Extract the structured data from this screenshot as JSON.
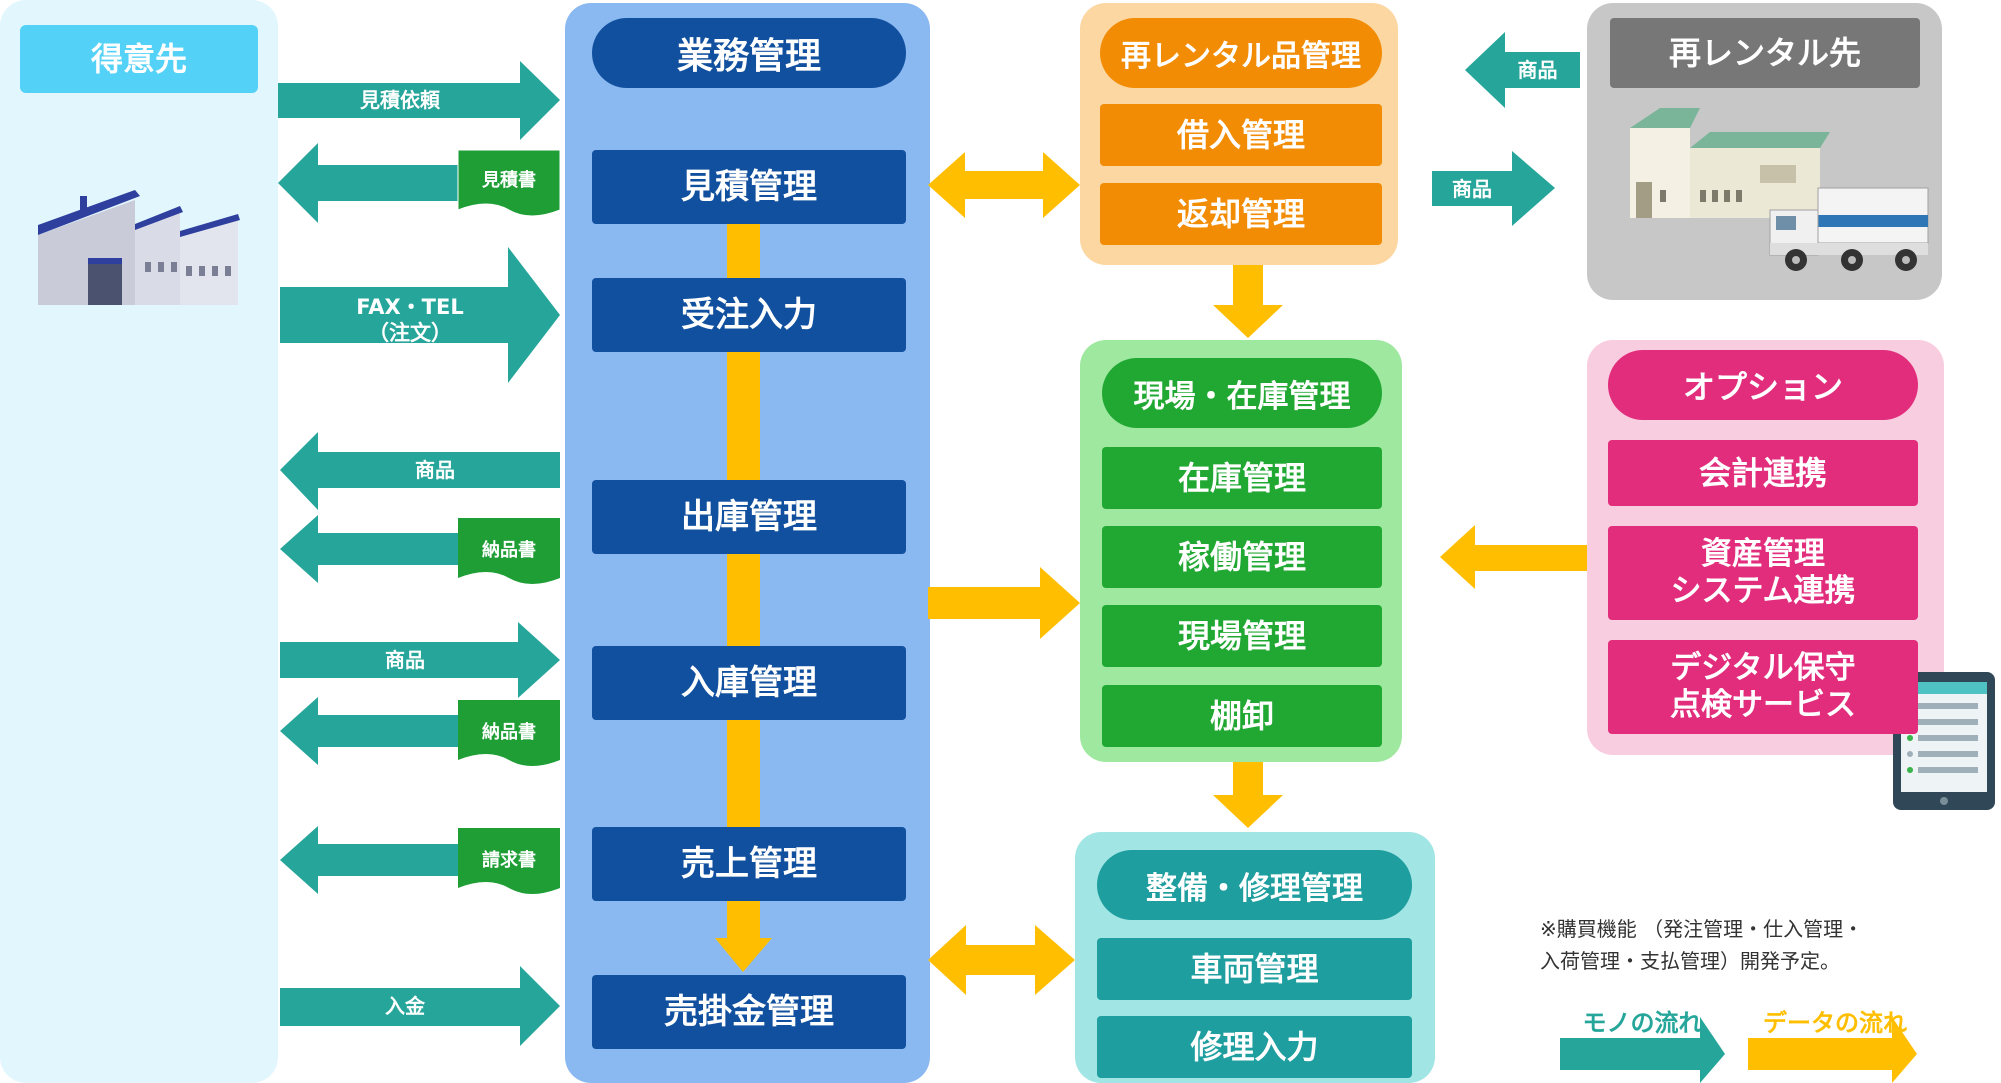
{
  "colors": {
    "teal_arrow": "#26a69a",
    "data_arrow": "#ffbf00",
    "customer_panel": "#e2f6fd",
    "customer_title": "#54d1f6",
    "business_panel": "#8ab8f0",
    "business_box": "#10509e",
    "rental_panel": "#fcd7a2",
    "rental_box": "#f28c05",
    "rental_dest_panel": "#c7c7c7",
    "rental_dest_title": "#777777",
    "field_panel": "#9fe89f",
    "field_box": "#21a833",
    "option_panel": "#f9cde0",
    "option_box": "#e12d7c",
    "maint_panel": "#a2e5e5",
    "maint_box": "#1e9e9e",
    "doc_green": "#1e9e35"
  },
  "customer": {
    "title": "得意先",
    "icon": "factory-icon"
  },
  "business": {
    "title": "業務管理",
    "steps": [
      "見積管理",
      "受注入力",
      "出庫管理",
      "入庫管理",
      "売上管理",
      "売掛金管理"
    ]
  },
  "rental_mgmt": {
    "title": "再レンタル品管理",
    "items": [
      "借入管理",
      "返却管理"
    ]
  },
  "rental_dest": {
    "title": "再レンタル先",
    "icon": "warehouse-truck-icon",
    "arrow_in": "商品",
    "arrow_out": "商品"
  },
  "field_stock": {
    "title": "現場・在庫管理",
    "items": [
      "在庫管理",
      "稼働管理",
      "現場管理",
      "棚卸"
    ]
  },
  "options": {
    "title": "オプション",
    "items": [
      "会計連携",
      "資産管理\nシステム連携",
      "デジタル保守\n点検サービス"
    ],
    "device_icon": "tablet-icon"
  },
  "maintenance": {
    "title": "整備・修理管理",
    "items": [
      "車両管理",
      "修理入力"
    ]
  },
  "flows": {
    "estimate_request": "見積依頼",
    "estimate_doc": "見積書",
    "order": "FAX・TEL\n（注文）",
    "goods_out": "商品",
    "delivery_doc_1": "納品書",
    "goods_in": "商品",
    "delivery_doc_2": "納品書",
    "invoice_doc": "請求書",
    "payment": "入金"
  },
  "note": "※購買機能 （発注管理・仕入管理・\n 入荷管理・支払管理）開発予定。",
  "legend": {
    "goods_flow": "モノの流れ",
    "data_flow": "データの流れ"
  }
}
